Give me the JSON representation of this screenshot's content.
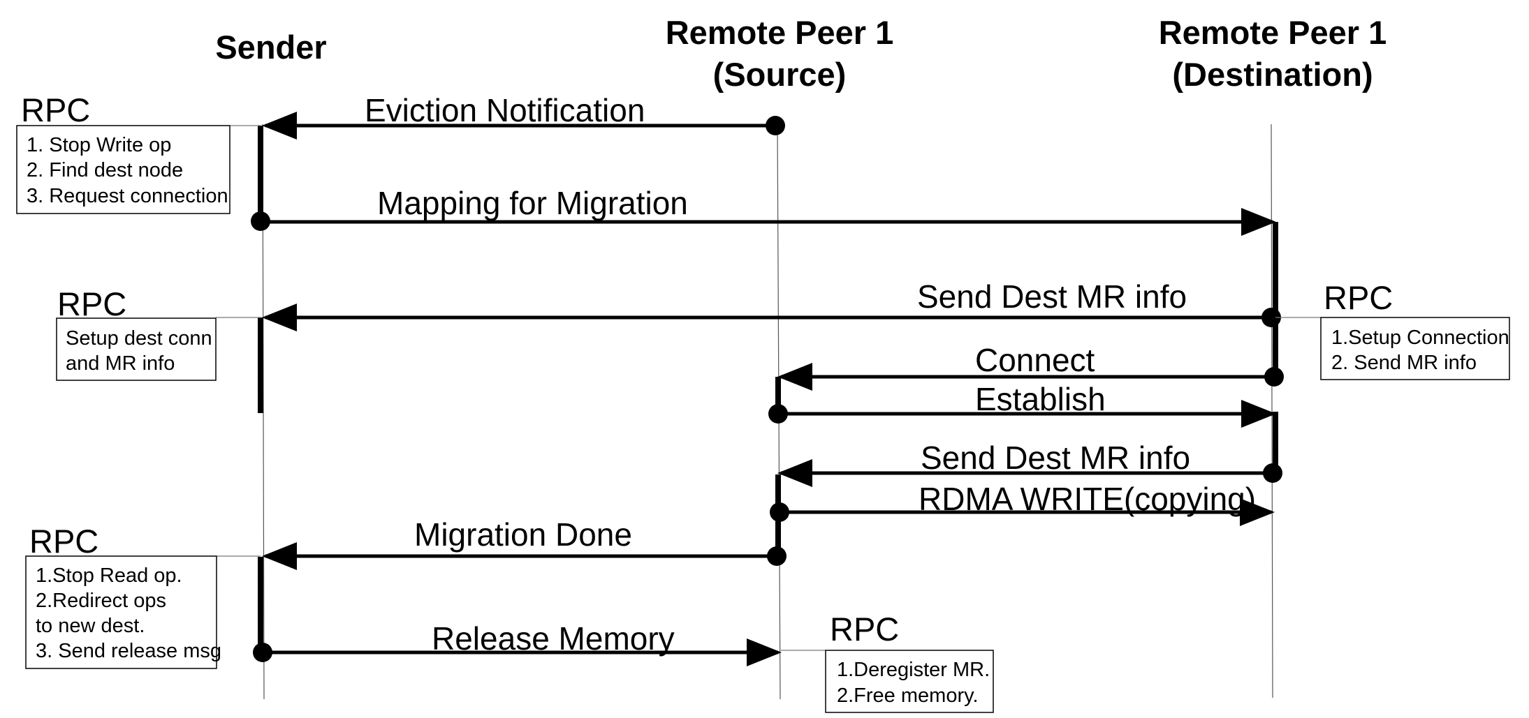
{
  "participants": {
    "sender": {
      "line1": "Sender"
    },
    "source": {
      "line1": "Remote Peer 1",
      "line2": "(Source)"
    },
    "dest": {
      "line1": "Remote Peer 1",
      "line2": "(Destination)"
    }
  },
  "messages": [
    {
      "id": "eviction",
      "label": "Eviction Notification",
      "from": "source",
      "to": "sender"
    },
    {
      "id": "mapping",
      "label": "Mapping for Migration",
      "from": "sender",
      "to": "dest"
    },
    {
      "id": "dest-mr-1",
      "label": "Send Dest MR info",
      "from": "dest",
      "to": "sender"
    },
    {
      "id": "connect",
      "label": "Connect",
      "from": "dest",
      "to": "source"
    },
    {
      "id": "establish",
      "label": "Establish",
      "from": "source",
      "to": "dest"
    },
    {
      "id": "dest-mr-2",
      "label": "Send Dest MR info",
      "from": "dest",
      "to": "source"
    },
    {
      "id": "rdma-write",
      "label": "RDMA WRITE(copying)",
      "from": "source",
      "to": "dest"
    },
    {
      "id": "migration-done",
      "label": "Migration Done",
      "from": "source",
      "to": "sender"
    },
    {
      "id": "release",
      "label": "Release Memory",
      "from": "sender",
      "to": "source"
    }
  ],
  "rpc_notes": [
    {
      "id": "rpc-1",
      "title": "RPC",
      "lines": [
        "1. Stop Write op",
        "2. Find dest node",
        "3. Request connection"
      ]
    },
    {
      "id": "rpc-2",
      "title": "RPC",
      "lines": [
        "Setup dest conn",
        "and MR info"
      ]
    },
    {
      "id": "rpc-3",
      "title": "RPC",
      "lines": [
        "1.Setup Connection",
        "2. Send MR info"
      ]
    },
    {
      "id": "rpc-4",
      "title": "RPC",
      "lines": [
        "1.Stop Read op.",
        "2.Redirect ops",
        "to new dest.",
        "3. Send release msg"
      ]
    },
    {
      "id": "rpc-5",
      "title": "RPC",
      "lines": [
        "1.Deregister MR.",
        "2.Free memory."
      ]
    }
  ]
}
